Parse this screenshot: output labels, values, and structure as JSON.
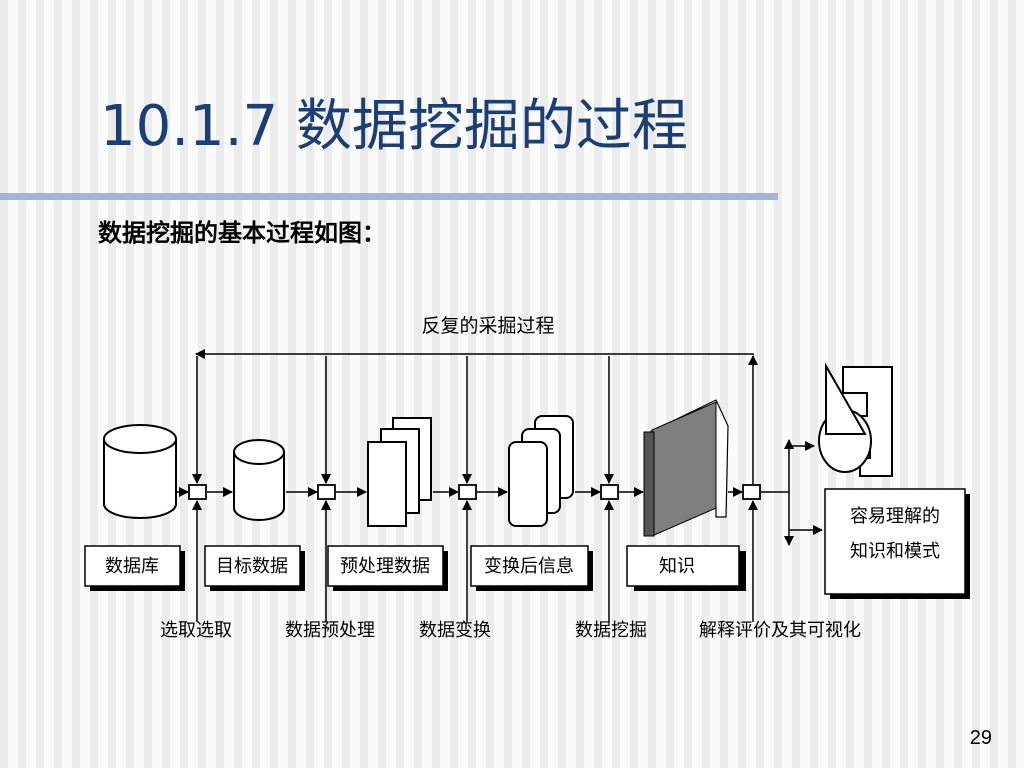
{
  "slide": {
    "title": "10.1.7 数据挖掘的过程",
    "subtitle": "数据挖掘的基本过程如图：",
    "page_number": "29"
  },
  "diagram": {
    "loop_label": "反复的采掘过程",
    "stages": [
      "数据库",
      "目标数据",
      "预处理数据",
      "变换后信息",
      "知识"
    ],
    "result_box": [
      "容易理解的",
      "知识和模式"
    ],
    "steps": [
      "选取选取",
      "数据预处理",
      "数据变换",
      "数据挖掘",
      "解释评价及其可视化"
    ]
  }
}
